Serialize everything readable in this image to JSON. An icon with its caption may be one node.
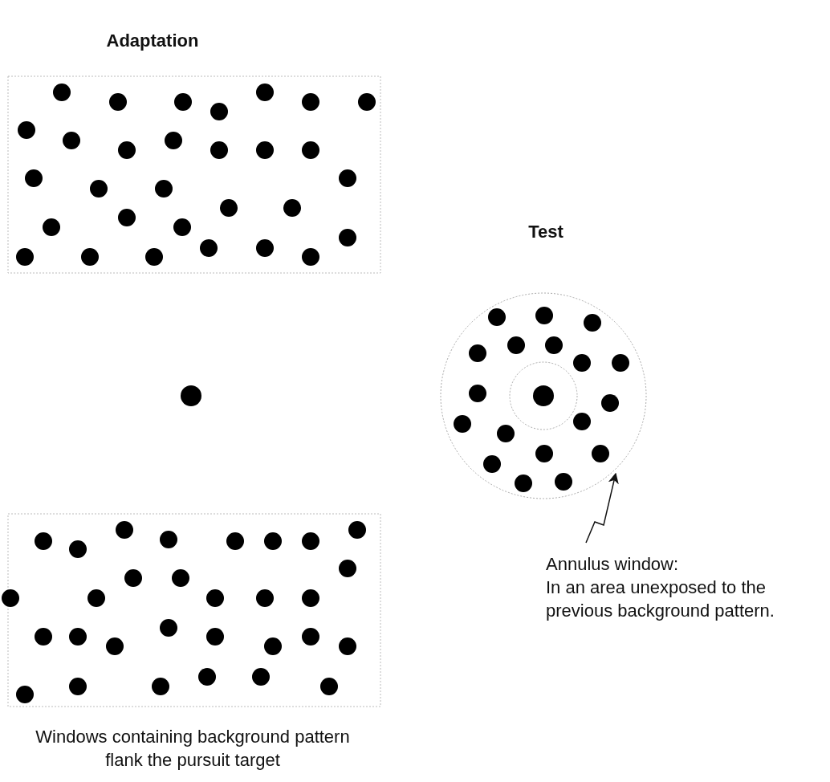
{
  "diagram": {
    "nodes": [
      {
        "text": [
          "Annulus window:",
          "In an area unexposed to the previous background pattern."
        ]
      },
      {
        "text": [],
        "shape": "circle"
      }
    ],
    "edges": [
      {
        "from": 0,
        "to": 1,
        "arrow": "to"
      }
    ],
    "labels": [
      "Adaptation",
      "Test",
      "Windows containing background pattern flank the pursuit target"
    ]
  }
}
